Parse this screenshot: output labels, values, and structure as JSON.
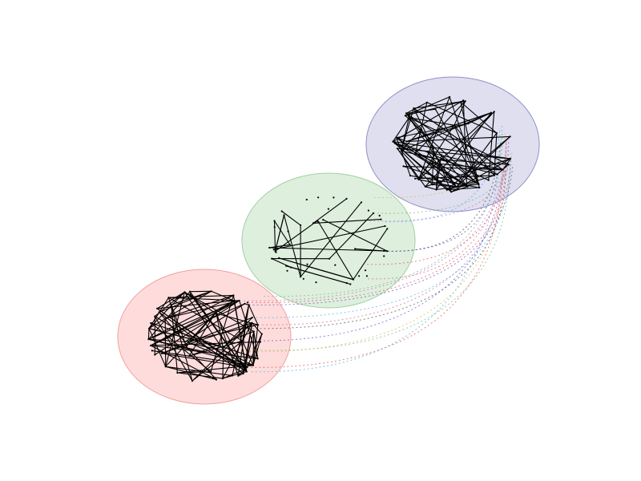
{
  "figure": {
    "type": "multilayer-network",
    "background": "#ffffff",
    "edge_color": "#000000",
    "layers": [
      {
        "id": "top",
        "fill": "#b8b8dc",
        "fill_opacity": 0.45,
        "stroke": "#9090c8",
        "nodes": 50,
        "edges": 95,
        "seed": 7
      },
      {
        "id": "middle",
        "fill": "#c8e4c8",
        "fill_opacity": 0.6,
        "stroke": "#a0d0a0",
        "nodes": 48,
        "edges": 26,
        "seed": 21
      },
      {
        "id": "bottom",
        "fill": "#ffc4c4",
        "fill_opacity": 0.6,
        "stroke": "#f0a0a0",
        "nodes": 55,
        "edges": 110,
        "seed": 42
      }
    ],
    "interlayer_colors": [
      "#6a5acd",
      "#e85a5a",
      "#5ab0e0",
      "#7ac07a",
      "#c07ad0",
      "#d0c060",
      "#d07090",
      "#555555"
    ]
  }
}
